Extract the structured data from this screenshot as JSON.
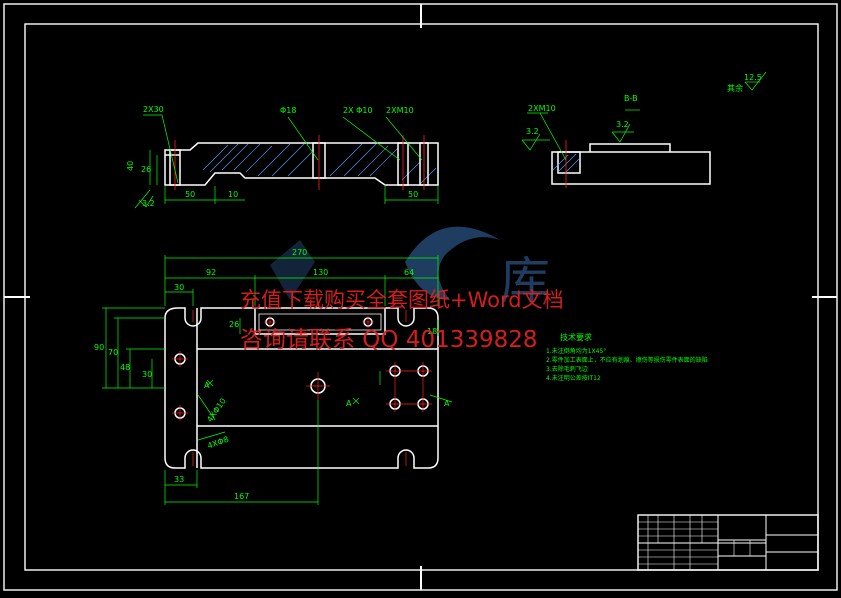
{
  "colors": {
    "background": "#000000",
    "outline": "#ffffff",
    "dimension": "#00ff00",
    "centerline": "#ff2020",
    "watermark": "#e02020",
    "logo": "#3a6fb0"
  },
  "watermark": {
    "line1": "充值下载购买全套图纸+Word文档",
    "line2": "咨询请联系 QQ 401339828",
    "logo_char": "库"
  },
  "section_view": {
    "callouts": [
      "2X30",
      "Φ18",
      "2X Φ10",
      "2XM10"
    ],
    "dims": [
      "40",
      "26",
      "50",
      "10",
      "50"
    ],
    "roughness": "3.2"
  },
  "side_view": {
    "label": "B-B",
    "callout": "2XM10",
    "roughness_left": "3.2",
    "roughness_top": "3.2"
  },
  "general_roughness": {
    "value": "12.5",
    "label": "其余"
  },
  "plan_view": {
    "overall_width": "270",
    "dims_top": [
      "92",
      "130",
      "64"
    ],
    "dim_left_hole": "30",
    "dims_vertical": [
      "90",
      "70",
      "48",
      "30"
    ],
    "dim_small": "26",
    "dim_right": "18",
    "dims_bottom": [
      "33",
      "167"
    ],
    "hole_callouts": [
      "4XΦ10",
      "4XΦ8"
    ],
    "section_mark": "A"
  },
  "tech_requirements": {
    "title": "技术要求",
    "items": [
      "1.未注倒角均为1X45°",
      "2.零件加工表面上，不应有划痕、擦伤等损伤零件表面的缺陷",
      "3.去除毛刺飞边",
      "4.未注明公差按IT12"
    ]
  }
}
